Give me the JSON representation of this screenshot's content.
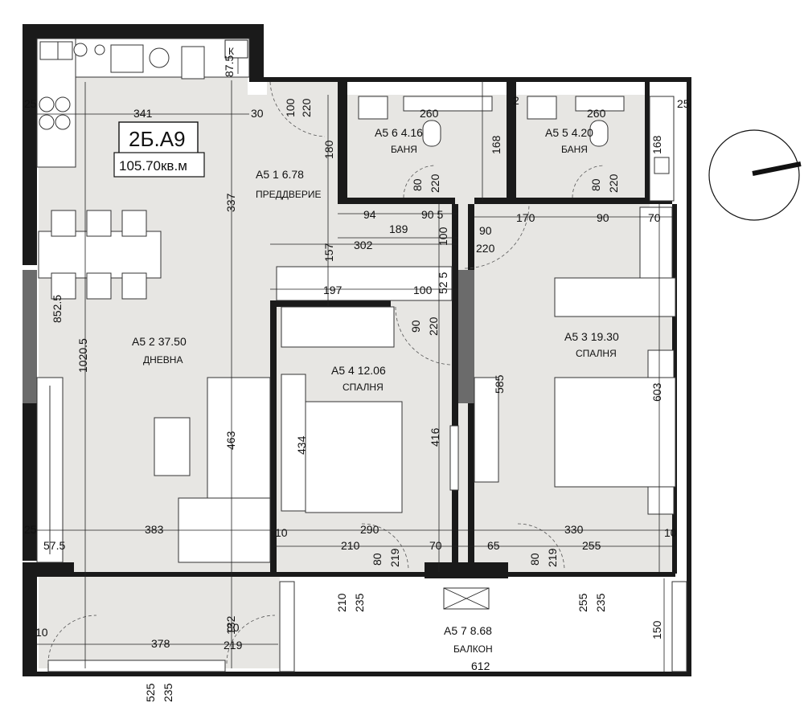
{
  "apartment": {
    "code": "2Б.А9",
    "area": "105.70кв.м"
  },
  "rooms": [
    {
      "id": "A5 1",
      "label": "A5 1   6.78",
      "name": "ПРЕДДВЕРИЕ"
    },
    {
      "id": "A5 2",
      "label": "A5 2 37.50",
      "name": "ДНЕВНА"
    },
    {
      "id": "A5 3",
      "label": "A5 3 19.30",
      "name": "СПАЛНЯ"
    },
    {
      "id": "A5 4",
      "label": "A5 4 12.06",
      "name": "СПАЛНЯ"
    },
    {
      "id": "A5 5",
      "label": "A5 5 4.20",
      "name": "БАНЯ"
    },
    {
      "id": "A5 6",
      "label": "A5 6 4.16",
      "name": "БАНЯ"
    },
    {
      "id": "A5 7",
      "label": "A5 7 8.68",
      "name": "БАЛКОН"
    }
  ],
  "corner_mark": "К",
  "dimensions": {
    "d341": "341",
    "d30": "30",
    "d25a": "25",
    "d25b": "25",
    "d100a": "100",
    "d220a": "220",
    "d87_5": "87.5",
    "d260a": "260",
    "d260b": "260",
    "d2": "2",
    "d168a": "168",
    "d168b": "168",
    "d180": "180",
    "d80a": "80",
    "d220b": "220",
    "d80b": "80",
    "d220c": "220",
    "d94": "94",
    "d90_5": "90 5",
    "d170": "170",
    "d90a": "90",
    "d70a": "70",
    "d189": "189",
    "d90b": "90",
    "d220d": "220",
    "d302": "302",
    "d100b": "100",
    "d157": "157",
    "d197": "197",
    "d100c": "100",
    "d52_5": "52 5",
    "d90c": "90",
    "d220e": "220",
    "d337": "337",
    "d852_5": "852.5",
    "d1020_5": "1020.5",
    "d585": "585",
    "d603": "603",
    "d434": "434",
    "d416": "416",
    "d463": "463",
    "d25c": "25",
    "d383": "383",
    "d10a": "10",
    "d290": "290",
    "d330": "330",
    "d10b": "10",
    "d57_5": "57.5",
    "d210a": "210",
    "d80c": "80",
    "d219a": "219",
    "d70b": "70",
    "d65": "65",
    "d80d": "80",
    "d219b": "219",
    "d255a": "255",
    "d210b": "210",
    "d235a": "235",
    "d255b": "255",
    "d235b": "235",
    "d150": "150",
    "d132": "132",
    "d80e": "80",
    "d219c": "219",
    "d10c": "10",
    "d378": "378",
    "d612": "612",
    "d525": "525",
    "d235c": "235"
  }
}
